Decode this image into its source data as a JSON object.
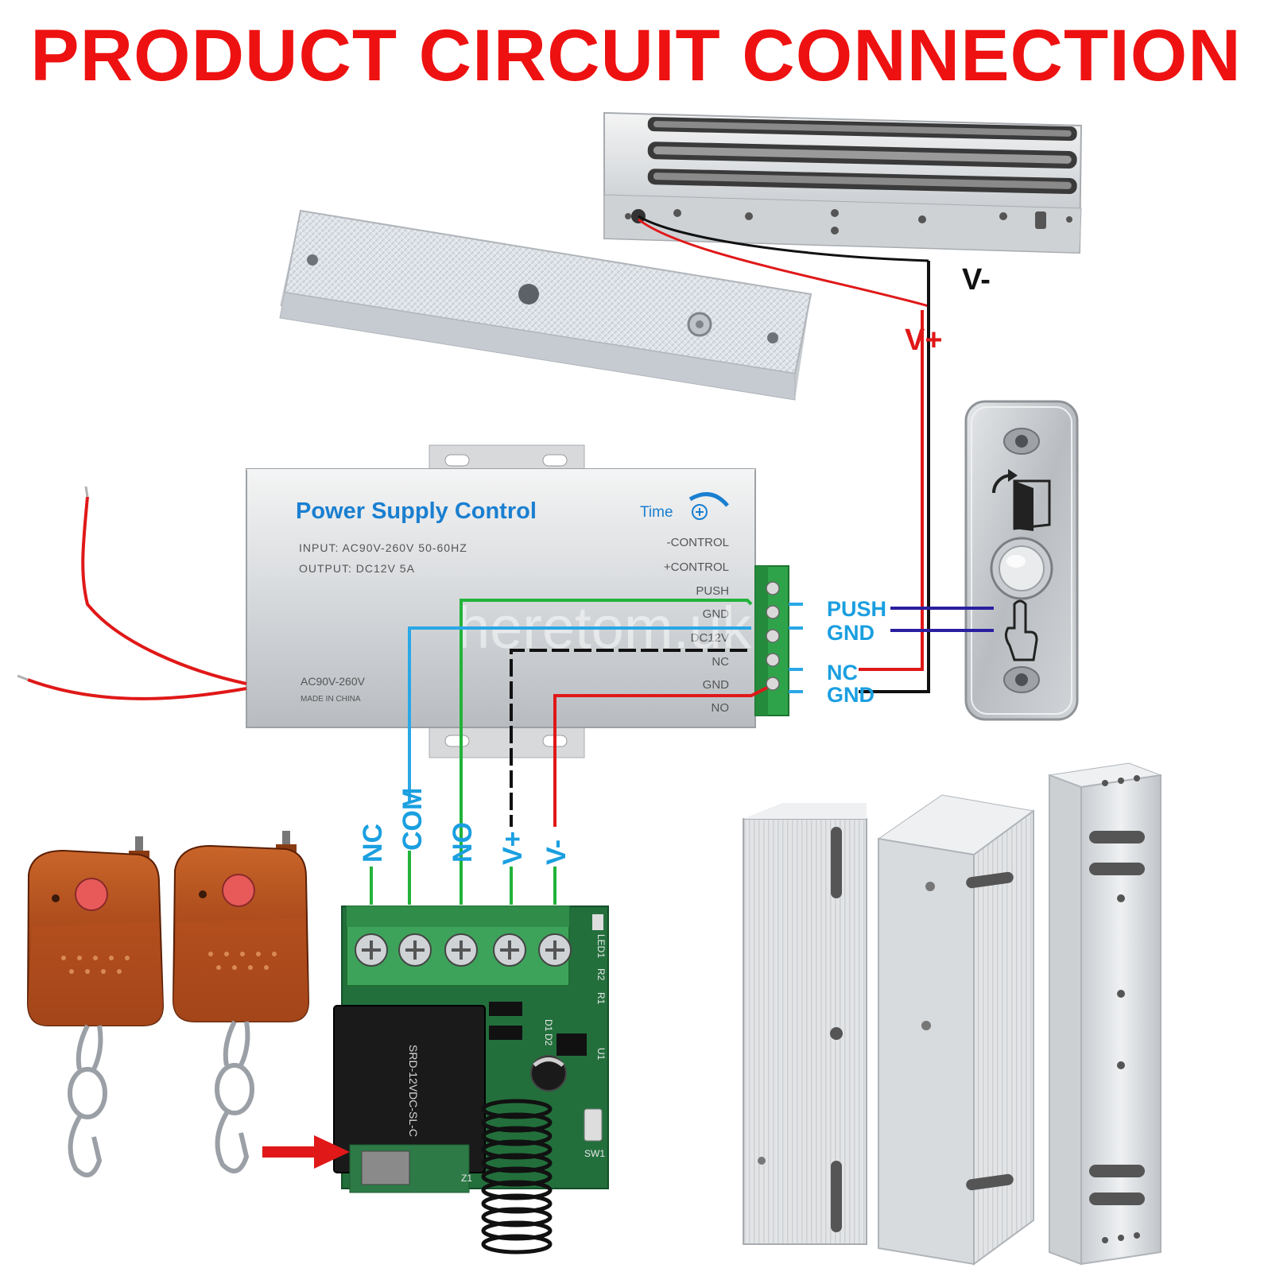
{
  "title": "PRODUCT CIRCUIT CONNECTION",
  "watermark": "heretom.uk",
  "colors": {
    "title": "#ee1111",
    "wire_red": "#e01818",
    "wire_black": "#111111",
    "wire_green": "#22b33a",
    "wire_blue": "#2aa7e6",
    "wire_navy": "#2a1fa0",
    "label_blue": "#1a9fe0",
    "psu_title": "#1a7fd0"
  },
  "lock_wires": {
    "v_minus": "V-",
    "v_plus": "V+"
  },
  "psu": {
    "title": "Power Supply Control",
    "time_label": "Time",
    "input_line": "INPUT: AC90V-260V 50-60HZ",
    "output_line": "OUTPUT: DC12V 5A",
    "ac_label": "AC90V-260V",
    "made_in": "MADE IN CHINA",
    "terminals": [
      "-CONTROL",
      "+CONTROL",
      "PUSH",
      "GND",
      "DC12V",
      "NC",
      "GND",
      "NO"
    ]
  },
  "button_terminals": [
    "PUSH",
    "GND"
  ],
  "lock_terminals": [
    "NC",
    "GND"
  ],
  "receiver_terminals": [
    "NC",
    "COM",
    "NO",
    "V+",
    "V-"
  ],
  "receiver_board": {
    "relay_text": "SRD-12VDC-SL-C",
    "silk": [
      "LED1",
      "R2",
      "R1",
      "D1",
      "D2",
      "U1",
      "SW1",
      "Z1"
    ]
  }
}
